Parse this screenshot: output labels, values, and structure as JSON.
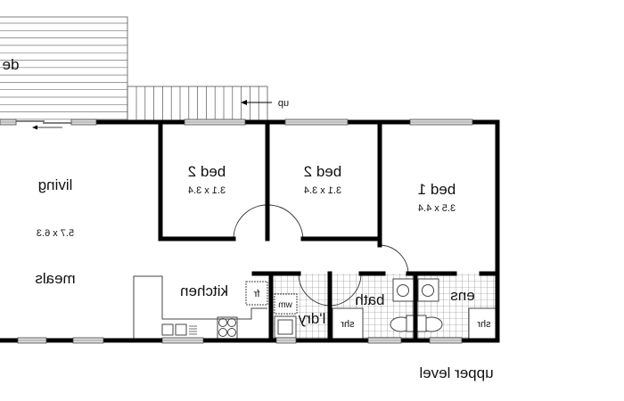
{
  "plan": {
    "title": "upper level",
    "mirrored": true,
    "colors": {
      "wall": "#000000",
      "line": "#555555",
      "window": "#d9d9d9",
      "background": "#ffffff"
    },
    "deck": {
      "label": "de"
    },
    "stairs": {
      "label": "up"
    },
    "rooms": [
      {
        "id": "living",
        "label": "living",
        "size": "5.7 x 6.3"
      },
      {
        "id": "meals",
        "label": "meals"
      },
      {
        "id": "bed2a",
        "label": "bed 2",
        "size": "3.1 x 3.4"
      },
      {
        "id": "bed2b",
        "label": "bed 2",
        "size": "3.1 x 3.4"
      },
      {
        "id": "bed1",
        "label": "bed 1",
        "size": "3.5 x 4.4"
      },
      {
        "id": "kitchen",
        "label": "kitchen"
      },
      {
        "id": "laundry",
        "label": "l'dry"
      },
      {
        "id": "bath",
        "label": "bath"
      },
      {
        "id": "ensuite",
        "label": "ens"
      }
    ],
    "fixtures": {
      "fridge": "fr",
      "washing_machine": "wm",
      "shower_bath": "shr",
      "shower_ens": "shr"
    }
  }
}
